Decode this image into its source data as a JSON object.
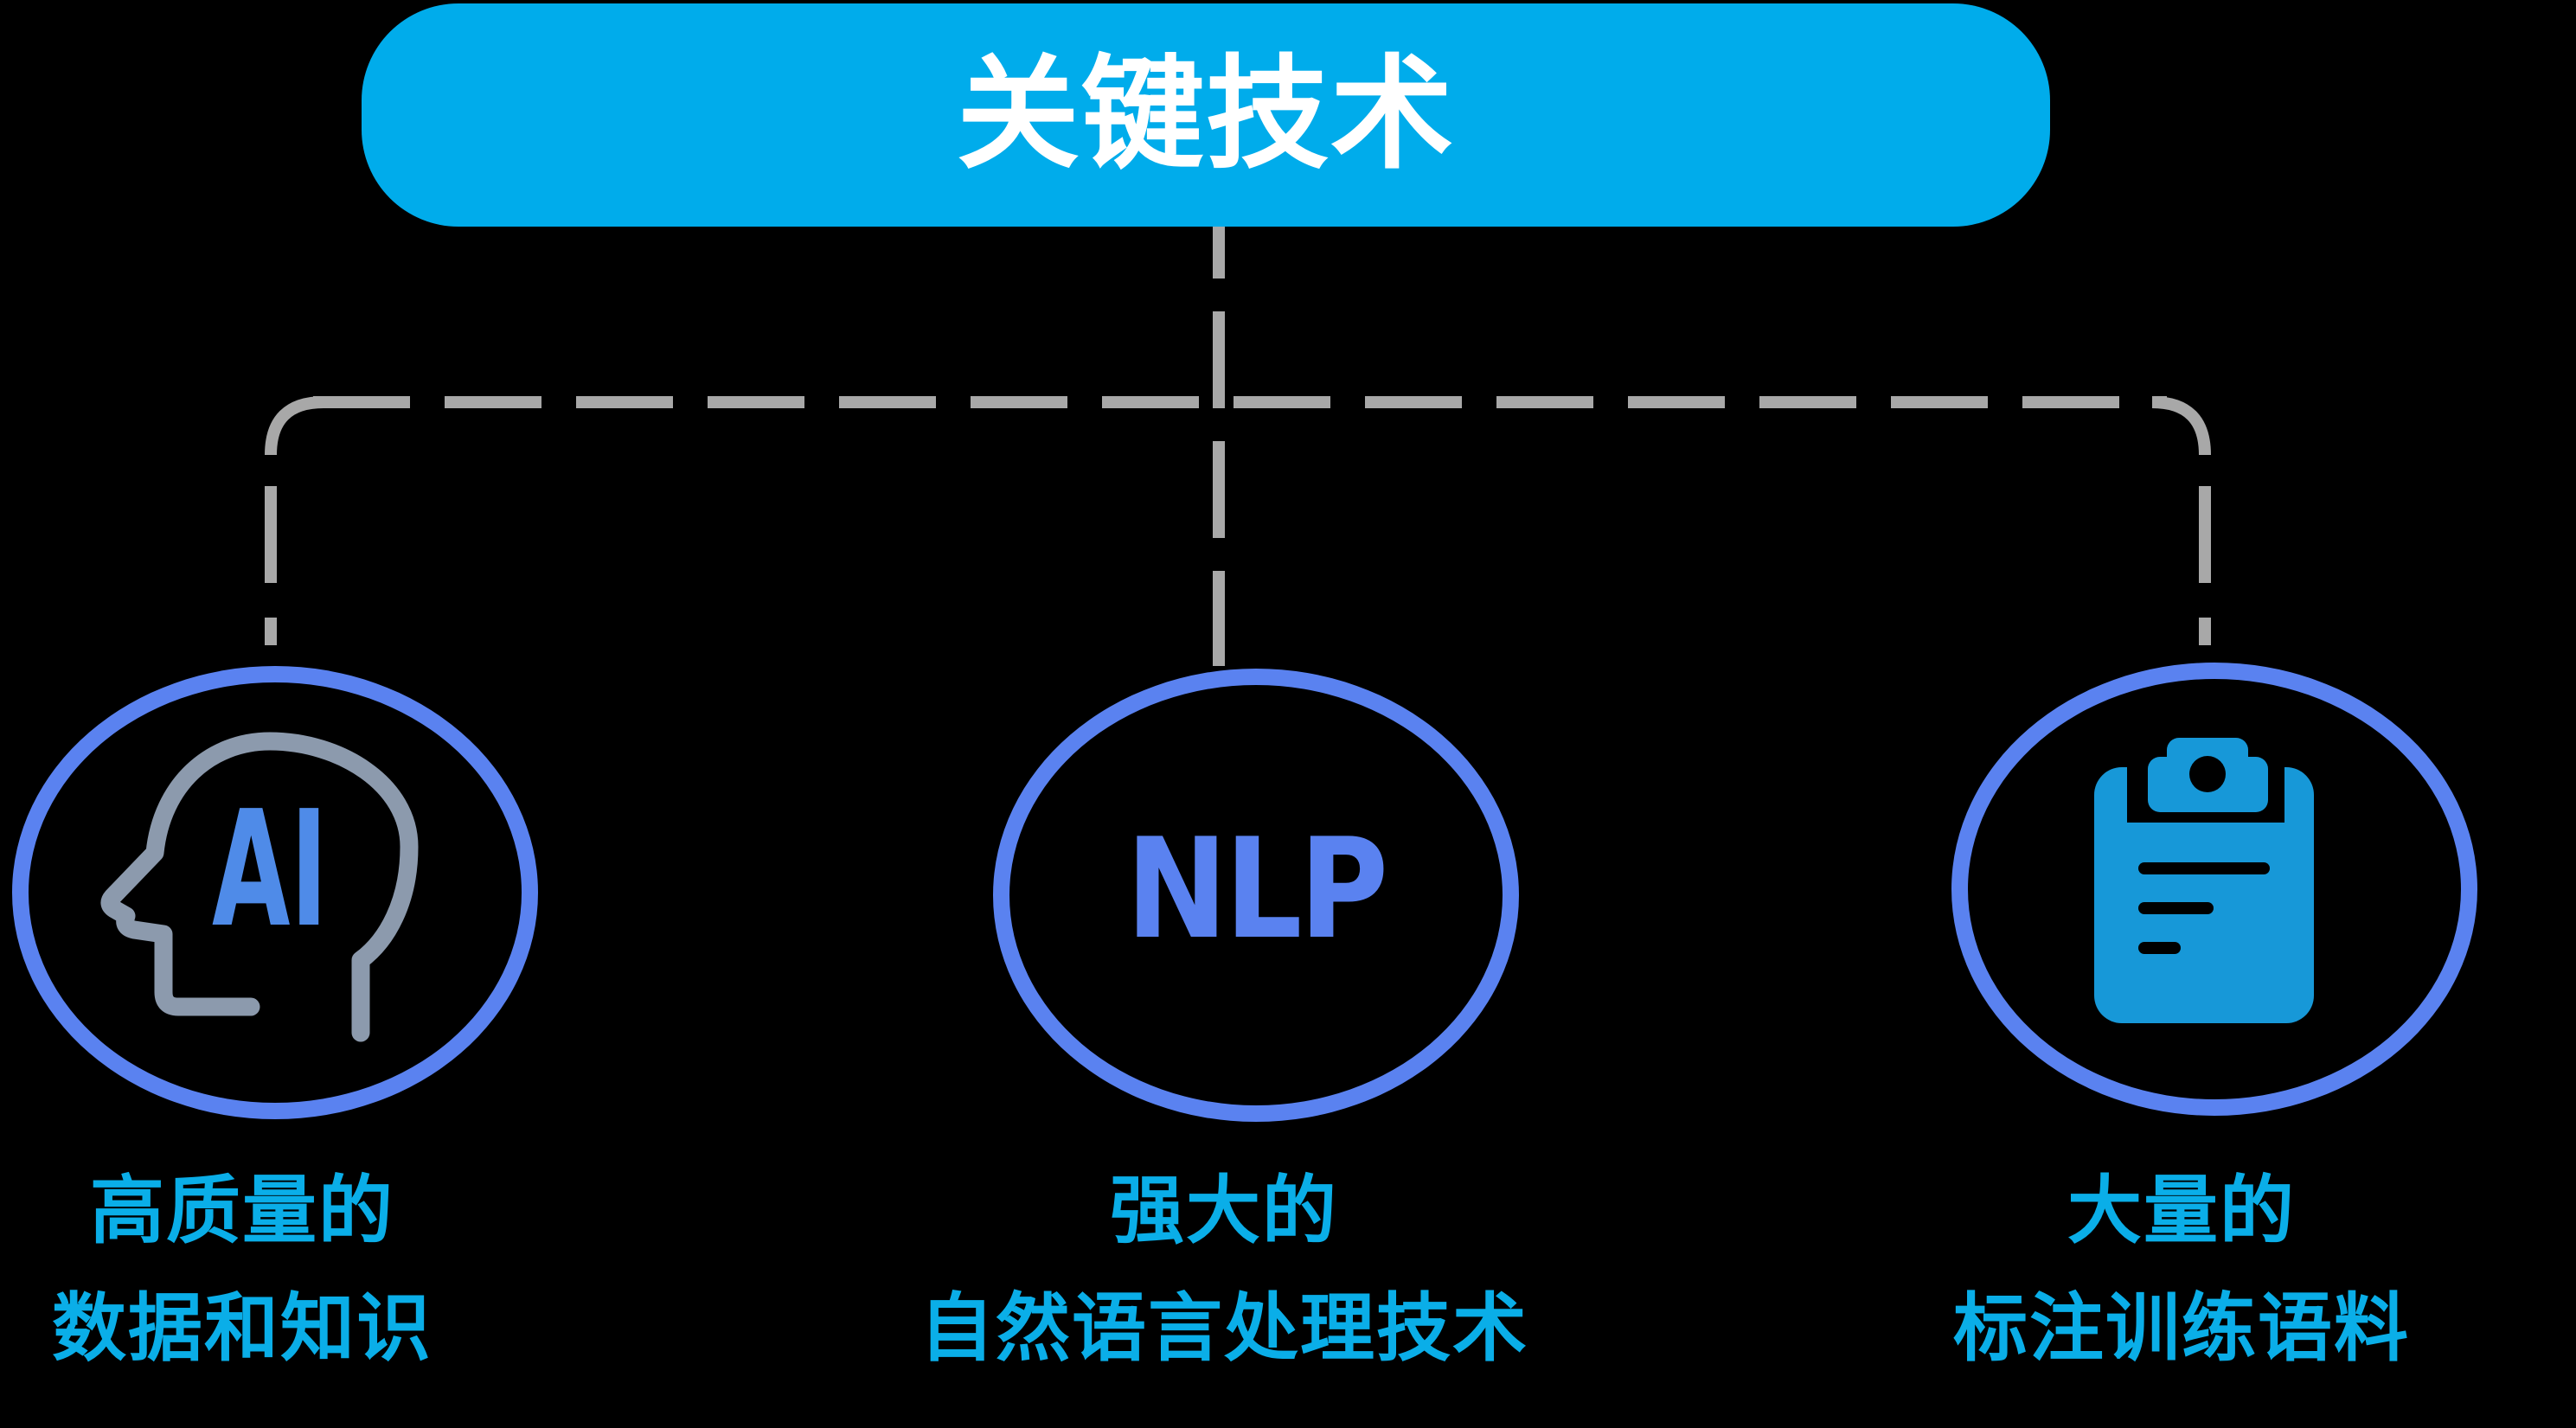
{
  "title": {
    "text": "关键技术"
  },
  "colors": {
    "background": "#000000",
    "pill_bg": "#00ACEB",
    "title_text": "#FFFFFF",
    "connector": "#A8A8A8",
    "circle_stroke": "#5A82F0",
    "nlp_text": "#5A82F0",
    "ai_text": "#4F8BE8",
    "head_outline": "#8C9AAD",
    "clipboard": "#1798D8",
    "label_text": "#0AAEE8"
  },
  "nodes": [
    {
      "id": "ai",
      "icon": "ai-head-icon",
      "icon_text": "AI",
      "label_lines": [
        "高质量的",
        "数据和知识"
      ]
    },
    {
      "id": "nlp",
      "circle_text": "NLP",
      "label_lines": [
        "强大的",
        "自然语言处理技术"
      ]
    },
    {
      "id": "corpus",
      "icon": "clipboard-icon",
      "label_lines": [
        "大量的",
        "标注训练语料"
      ]
    }
  ]
}
